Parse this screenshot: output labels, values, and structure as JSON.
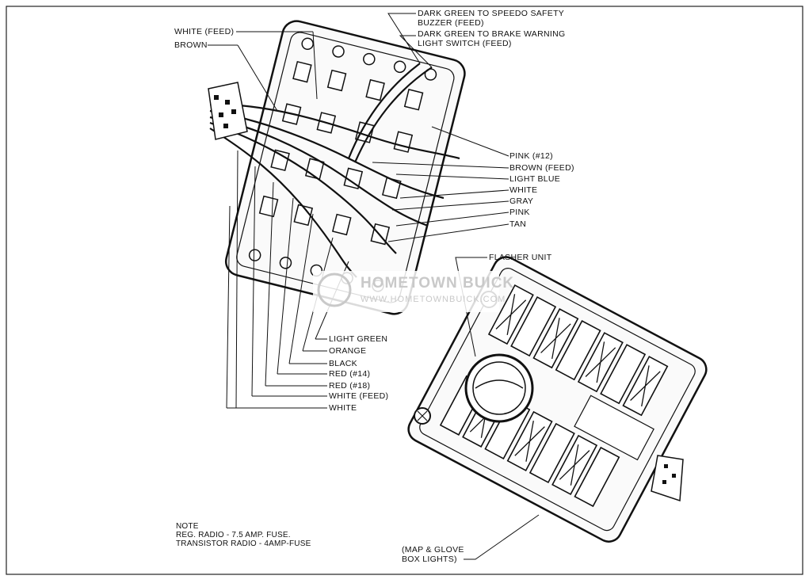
{
  "callouts": {
    "dark_green_speedo_1": "DARK GREEN TO SPEEDO SAFETY",
    "dark_green_speedo_2": "BUZZER (FEED)",
    "dark_green_brake_1": "DARK GREEN TO BRAKE WARNING",
    "dark_green_brake_2": "LIGHT SWITCH (FEED)",
    "white_feed_top": "WHITE (FEED)",
    "brown_top": "BROWN",
    "pink_12": "PINK (#12)",
    "brown_feed": "BROWN (FEED)",
    "light_blue": "LIGHT BLUE",
    "white_right": "WHITE",
    "gray": "GRAY",
    "pink": "PINK",
    "tan": "TAN",
    "flasher_unit": "FLASHER UNIT",
    "light_green": "LIGHT GREEN",
    "orange": "ORANGE",
    "black": "BLACK",
    "red_14": "RED (#14)",
    "red_18": "RED (#18)",
    "white_feed_bottom": "WHITE (FEED)",
    "white_bottom": "WHITE",
    "map_glove_1": "(MAP & GLOVE",
    "map_glove_2": "BOX LIGHTS)"
  },
  "note": {
    "title": "NOTE",
    "line1": "REG. RADIO - 7.5 AMP. FUSE.",
    "line2": "TRANSISTOR RADIO - 4AMP-FUSE"
  },
  "watermark": {
    "name": "HOMETOWN BUICK",
    "url": "WWW.HOMETOWNBUICK.COM"
  }
}
